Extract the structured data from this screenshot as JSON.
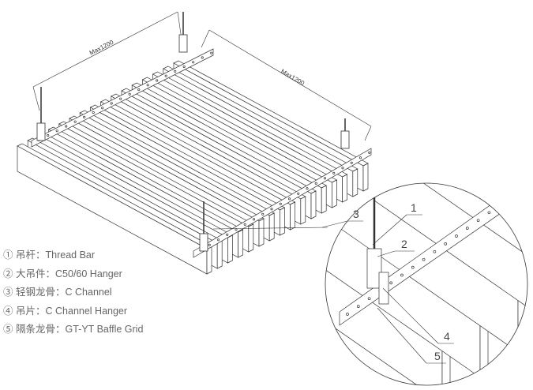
{
  "dimensions": {
    "left": "Max1200",
    "right": "Max1200"
  },
  "callouts": [
    "1",
    "2",
    "3",
    "4",
    "5"
  ],
  "legend": [
    {
      "marker": "①",
      "zh": "吊杆：",
      "en": "Thread Bar"
    },
    {
      "marker": "②",
      "zh": "大吊件：",
      "en": "C50/60 Hanger"
    },
    {
      "marker": "③",
      "zh": "轻钢龙骨：",
      "en": "C Channel"
    },
    {
      "marker": "④",
      "zh": "吊片：",
      "en": "C Channel Hanger"
    },
    {
      "marker": "⑤",
      "zh": "隔条龙骨：",
      "en": "GT-YT Baffle Grid"
    }
  ],
  "colors": {
    "line": "#333333",
    "text": "#666666"
  }
}
